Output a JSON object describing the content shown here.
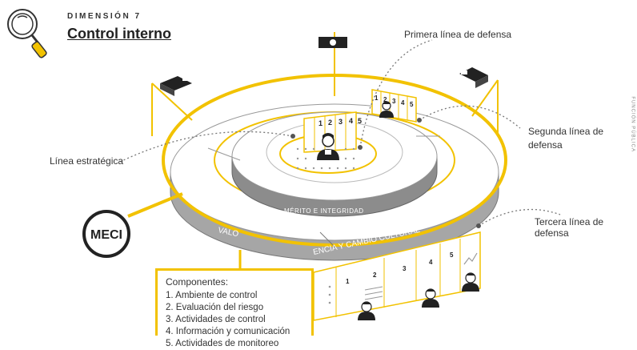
{
  "header": {
    "kicker": "DIMENSIÓN 7",
    "title": "Control interno"
  },
  "labels": {
    "first_line": "Primera línea de defensa",
    "second_line_1": "Segunda línea de",
    "second_line_2": "defensa",
    "strategic_line": "Línea estratégica",
    "third_line": "Tercera línea de defensa",
    "meci": "MECI",
    "merit_ring": "MÉRITO E INTEGRIDAD",
    "outer_ring_left": "VALO",
    "outer_ring_right": "ENCIA Y CAMBIO CULTURAL",
    "vertical_mark": "FUNCIÓN PÚBLICA"
  },
  "tabs_first_line": [
    "1",
    "2",
    "3",
    "4",
    "5"
  ],
  "tabs_second_line": [
    "1",
    "2",
    "3",
    "4",
    "5"
  ],
  "tabs_third_line": [
    "1",
    "2",
    "3",
    "4",
    "5"
  ],
  "components": {
    "heading": "Componentes:",
    "items": [
      "1. Ambiente de control",
      "2. Evaluación del riesgo",
      "3. Actividades de control",
      "4. Información y comunicación",
      "5. Actividades de monitoreo"
    ]
  },
  "colors": {
    "accent": "#f2c200",
    "dark": "#222222",
    "ring_gray": "#9a9a9a"
  },
  "icons": [
    "magnifier-icon",
    "camera-icon",
    "projector-icon",
    "person-icon",
    "chart-icon",
    "document-icon"
  ]
}
